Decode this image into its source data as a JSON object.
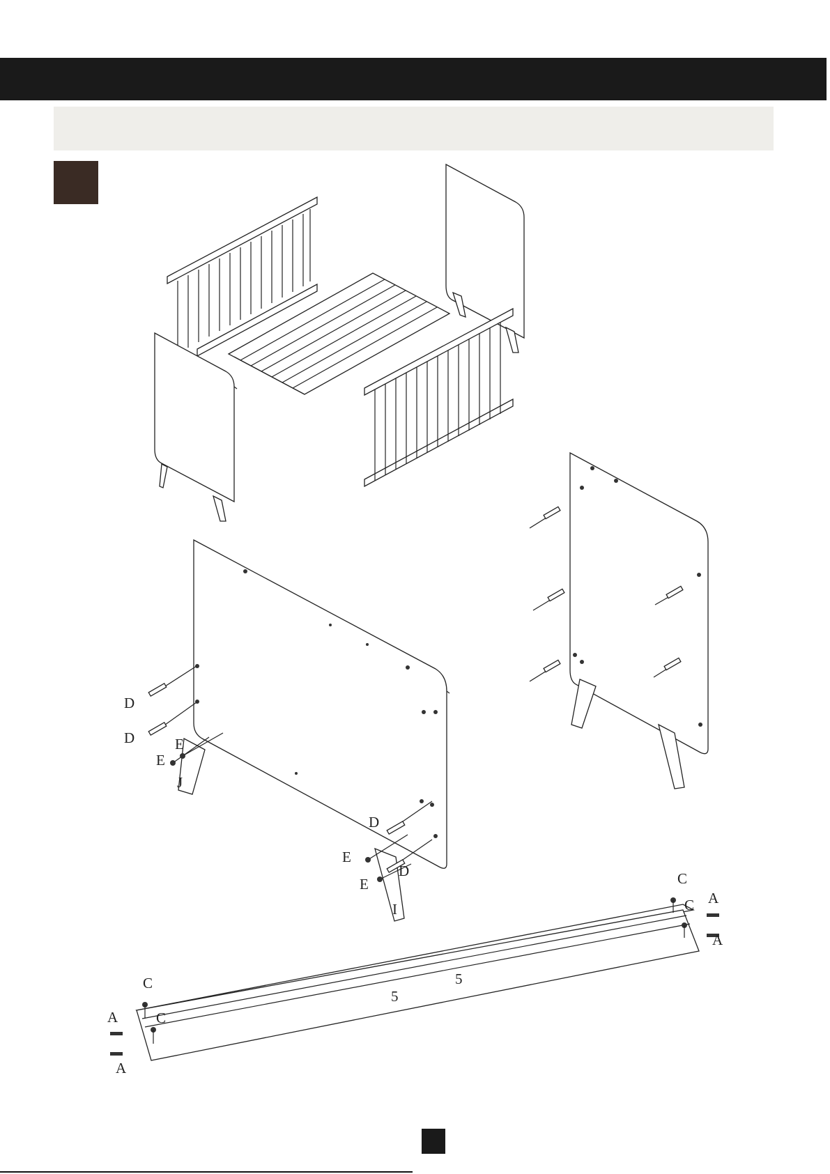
{
  "labels": {
    "D": "D",
    "E": "E",
    "J": "J",
    "I": "I",
    "C": "C",
    "A": "A",
    "num5": "5"
  }
}
